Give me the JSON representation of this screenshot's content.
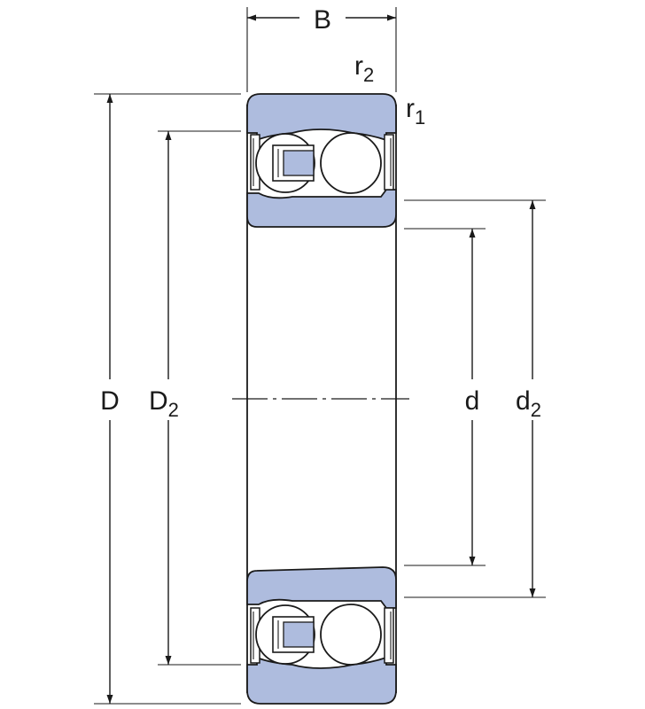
{
  "labels": {
    "B": "B",
    "r2": {
      "base": "r",
      "sub": "2"
    },
    "r1": {
      "base": "r",
      "sub": "1"
    },
    "D": "D",
    "D2": {
      "base": "D",
      "sub": "2"
    },
    "d": "d",
    "d2": {
      "base": "d",
      "sub": "2"
    }
  },
  "colors": {
    "ring_fill": "#aebcde",
    "line": "#1a1a1a",
    "background": "#ffffff"
  }
}
